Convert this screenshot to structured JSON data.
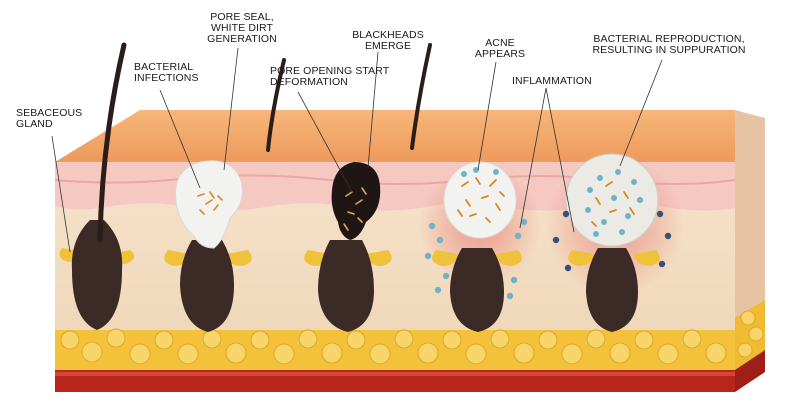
{
  "labels": {
    "sebaceous_gland": "SEBACEOUS GLAND",
    "bacterial_infections": "BACTERIAL INFECTIONS",
    "pore_seal": "PORE SEAL, WHITE DIRT GENERATION",
    "pore_opening": "PORE OPENING START DEFORMATION",
    "blackheads_emerge": "BLACKHEADS EMERGE",
    "acne_appears": "ACNE APPEARS",
    "inflammation": "INFLAMMATION",
    "bacterial_reproduction": "BACTERIAL REPRODUCTION, RESULTING IN SUPPURATION"
  },
  "colors": {
    "skin_top": "#f2a66a",
    "epidermis": "#f6cfc2",
    "dermis": "#f3e0c8",
    "fat": "#f3c23a",
    "muscle": "#b8251b",
    "follicle": "#3b2a26",
    "sebum": "#f0c23a",
    "whitehead": "#f2f2f0",
    "bacteria": "#d98a1c",
    "inflammation_dot": "#6fb3c9"
  }
}
